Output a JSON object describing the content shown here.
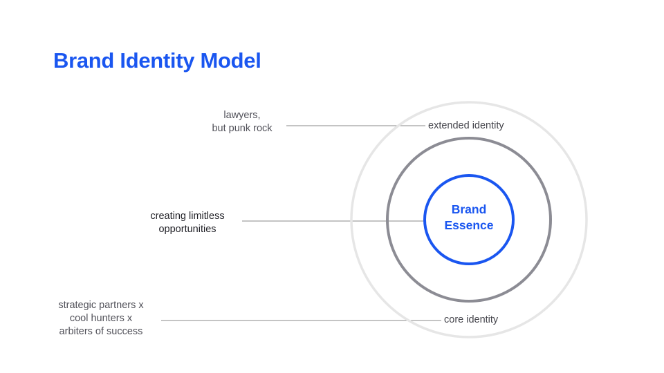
{
  "slide": {
    "title": "Brand Identity Model"
  },
  "diagram": {
    "center_label": [
      "Brand",
      "Essence"
    ],
    "ring_labels": {
      "outer": "extended identity",
      "middle": "core identity"
    },
    "callouts": {
      "top": [
        "lawyers,",
        "but punk rock"
      ],
      "middle": [
        "creating limitless",
        "opportunities"
      ],
      "bottom": [
        "strategic partners x",
        "cool hunters x",
        "arbiters of success"
      ]
    }
  },
  "colors": {
    "accent": "#1a56f0",
    "outer_ring": "#e6e6e6",
    "middle_ring": "#8c8c94",
    "connector": "#8a8a8a"
  }
}
